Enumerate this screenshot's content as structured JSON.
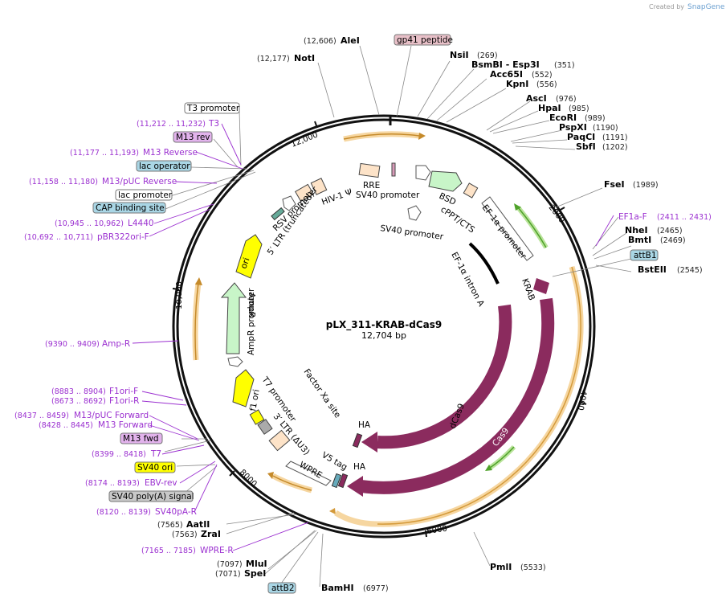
{
  "plasmid": {
    "name": "pLX_311-KRAB-dCas9",
    "size": "12,704 bp"
  },
  "credit": {
    "prefix": "Created by",
    "brand": "SnapGene"
  },
  "ticks": [
    "2000",
    "4000",
    "6000",
    "8000",
    "10,000",
    "12,000"
  ],
  "top_sites": [
    {
      "pos": "(12,606)",
      "name": "AleI"
    },
    {
      "pos": "(12,177)",
      "name": "NotI"
    },
    {
      "pos": "(269)",
      "name": "NsiI"
    },
    {
      "pos": "(351)",
      "name": "BsmBI  -  Esp3I"
    },
    {
      "pos": "(552)",
      "name": "Acc65I"
    },
    {
      "pos": "(556)",
      "name": "KpnI"
    },
    {
      "pos": "(976)",
      "name": "AscI"
    },
    {
      "pos": "(985)",
      "name": "HpaI"
    },
    {
      "pos": "(989)",
      "name": "EcoRI"
    },
    {
      "pos": "(1190)",
      "name": "PspXI"
    },
    {
      "pos": "(1191)",
      "name": "PaqCI"
    },
    {
      "pos": "(1202)",
      "name": "SbfI"
    }
  ],
  "right_sites": [
    {
      "pos": "(1989)",
      "name": "FseI"
    },
    {
      "pos": "(2465)",
      "name": "NheI"
    },
    {
      "pos": "(2469)",
      "name": "BmtI"
    },
    {
      "pos": "(2545)",
      "name": "BstEII"
    }
  ],
  "bottom_sites": [
    {
      "pos": "(5533)",
      "name": "PmlI"
    },
    {
      "pos": "(6977)",
      "name": "BamHI"
    },
    {
      "pos": "(7097)",
      "name": "MluI"
    },
    {
      "pos": "(7071)",
      "name": "SpeI"
    },
    {
      "pos": "(7565)",
      "name": "AatII"
    },
    {
      "pos": "(7563)",
      "name": "ZraI"
    }
  ],
  "primers": [
    {
      "pos": "(11,212 .. 11,232)",
      "name": "T3"
    },
    {
      "pos": "(11,177 .. 11,193)",
      "name": "M13 Reverse"
    },
    {
      "pos": "(11,158 .. 11,180)",
      "name": "M13/pUC Reverse"
    },
    {
      "pos": "(10,945 .. 10,962)",
      "name": "L4440"
    },
    {
      "pos": "(10,692 .. 10,711)",
      "name": "pBR322ori-F"
    },
    {
      "pos": "(9390 .. 9409)",
      "name": "Amp-R"
    },
    {
      "pos": "(8883 .. 8904)",
      "name": "F1ori-F"
    },
    {
      "pos": "(8673 .. 8692)",
      "name": "F1ori-R"
    },
    {
      "pos": "(8437 .. 8459)",
      "name": "M13/pUC Forward"
    },
    {
      "pos": "(8428 .. 8445)",
      "name": "M13 Forward"
    },
    {
      "pos": "(8399 .. 8418)",
      "name": "T7"
    },
    {
      "pos": "(8174 .. 8193)",
      "name": "EBV-rev"
    },
    {
      "pos": "(8120 .. 8139)",
      "name": "SV40pA-R"
    },
    {
      "pos": "(7165 .. 7185)",
      "name": "WPRE-R"
    },
    {
      "pos": "(2411 .. 2431)",
      "name": "EF1a-F"
    }
  ],
  "boxed_labels": {
    "t3_promoter": "T3 promoter",
    "m13_rev": "M13 rev",
    "lac_operator": "lac operator",
    "lac_promoter": "lac promoter",
    "cap_site": "CAP binding site",
    "gp41": "gp41 peptide",
    "attb1": "attB1",
    "m13_fwd": "M13 fwd",
    "sv40_ori": "SV40 ori",
    "sv40_polya": "SV40 poly(A) signal",
    "attb2": "attB2"
  },
  "features": {
    "hiv1": "HIV-1 Ψ",
    "rre": "RRE",
    "sv40_prom1": "SV40 promoter",
    "bsd": "BSD",
    "cppt": "cPPT/CTS",
    "ef1a_prom": "EF-1α promoter",
    "sv40_prom2": "SV40 promoter",
    "ef1a_intron": "EF-1α intron A",
    "krab": "KRAB",
    "rsv": "RSV promoter",
    "ltr5": "5′ LTR (truncated)",
    "ori": "ori",
    "ampr": "AmpR",
    "ampr_prom": "AmpR promoter",
    "f1ori": "f1 ori",
    "t7prom": "T7 promoter",
    "ltr3": "3′ LTR (ΔU3)",
    "wpre": "WPRE",
    "v5": "V5 tag",
    "ha1": "HA",
    "ha2": "HA",
    "factorxa": "Factor Xa site",
    "dcas9": "dCas9",
    "cas9": "Cas9"
  },
  "colors": {
    "backbone": "#111111",
    "cas9": "#8b2b5e",
    "ori": "#ffff00",
    "ampr": "#c8f5c8",
    "orf_orange": "#e8a33a",
    "green_arrow": "#6bbf3a",
    "primer": "#9b30d0"
  }
}
